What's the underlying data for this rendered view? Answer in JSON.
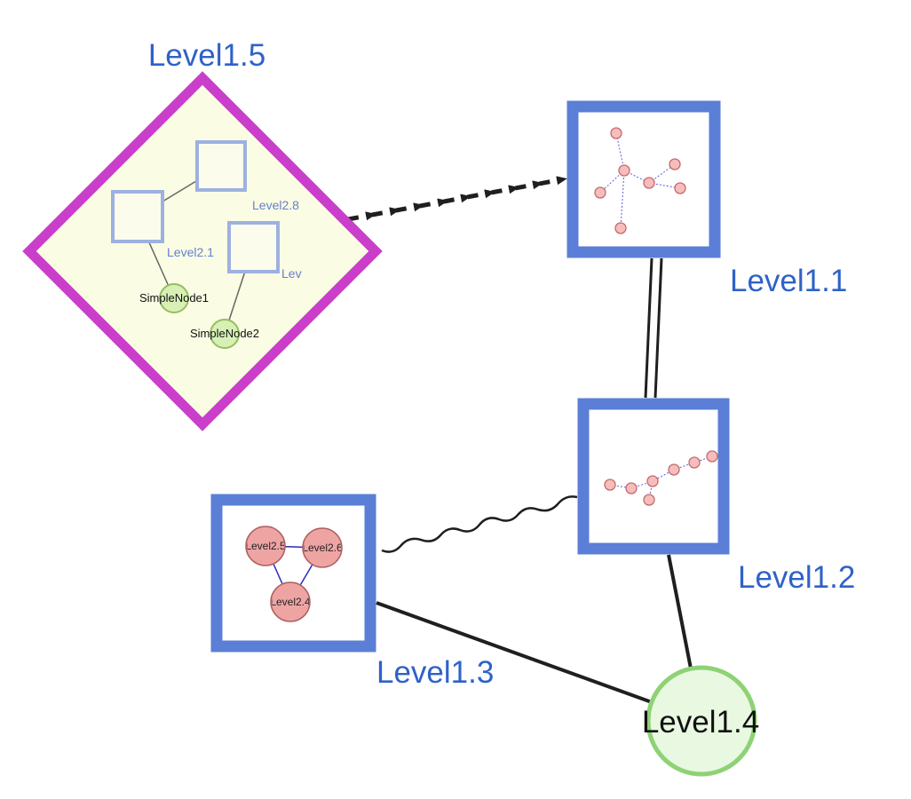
{
  "graph": {
    "group": {
      "label": "Level1.5",
      "inner_square_labels": [
        "Level2.8",
        "Level2.1",
        "Lev"
      ],
      "inner_node_labels": [
        "SimpleNode1",
        "SimpleNode2"
      ]
    },
    "nodes": [
      {
        "id": "level1_1",
        "label": "Level1.1",
        "shape": "square-thumbnail"
      },
      {
        "id": "level1_2",
        "label": "Level1.2",
        "shape": "square-thumbnail"
      },
      {
        "id": "level1_3",
        "label": "Level1.3",
        "shape": "square-group"
      },
      {
        "id": "level1_4",
        "label": "Level1.4",
        "shape": "circle"
      }
    ],
    "level13_children": [
      "Level2.5",
      "Level2.6",
      "Level2.4"
    ],
    "edges": [
      {
        "from": "Level1.5",
        "to": "Level1.1",
        "style": "dashed-arrows"
      },
      {
        "from": "Level1.1",
        "to": "Level1.2",
        "style": "double-line"
      },
      {
        "from": "Level1.3",
        "to": "Level1.2",
        "style": "wavy"
      },
      {
        "from": "Level1.3",
        "to": "Level1.4",
        "style": "solid"
      },
      {
        "from": "Level1.2",
        "to": "Level1.4",
        "style": "solid"
      }
    ]
  },
  "colors": {
    "label-blue": "#2f62c8",
    "inner-label-blue": "#6581cd",
    "diamond-border": "#c93fc9",
    "diamond-fill": "#fbfce4",
    "node-border": "#5b7fd6",
    "inner-square-border": "#9db1e0",
    "inner-square-fill": "#fbfcec",
    "green-fill": "#d8efb6",
    "green-border": "#94bf60",
    "big-green-fill": "#e9f8e1",
    "big-green-border": "#8ed276",
    "pink-fill": "#efa4a4",
    "pink-border": "#ad5f5f",
    "mini-pink-fill": "#f6bdbd",
    "mini-pink-border": "#c46a6a",
    "mini-edge-blue": "#5a5ae0",
    "triangle-edge-blue": "#2a2ac0",
    "edge-dark": "#1f1f1f",
    "text-black": "#111111"
  }
}
